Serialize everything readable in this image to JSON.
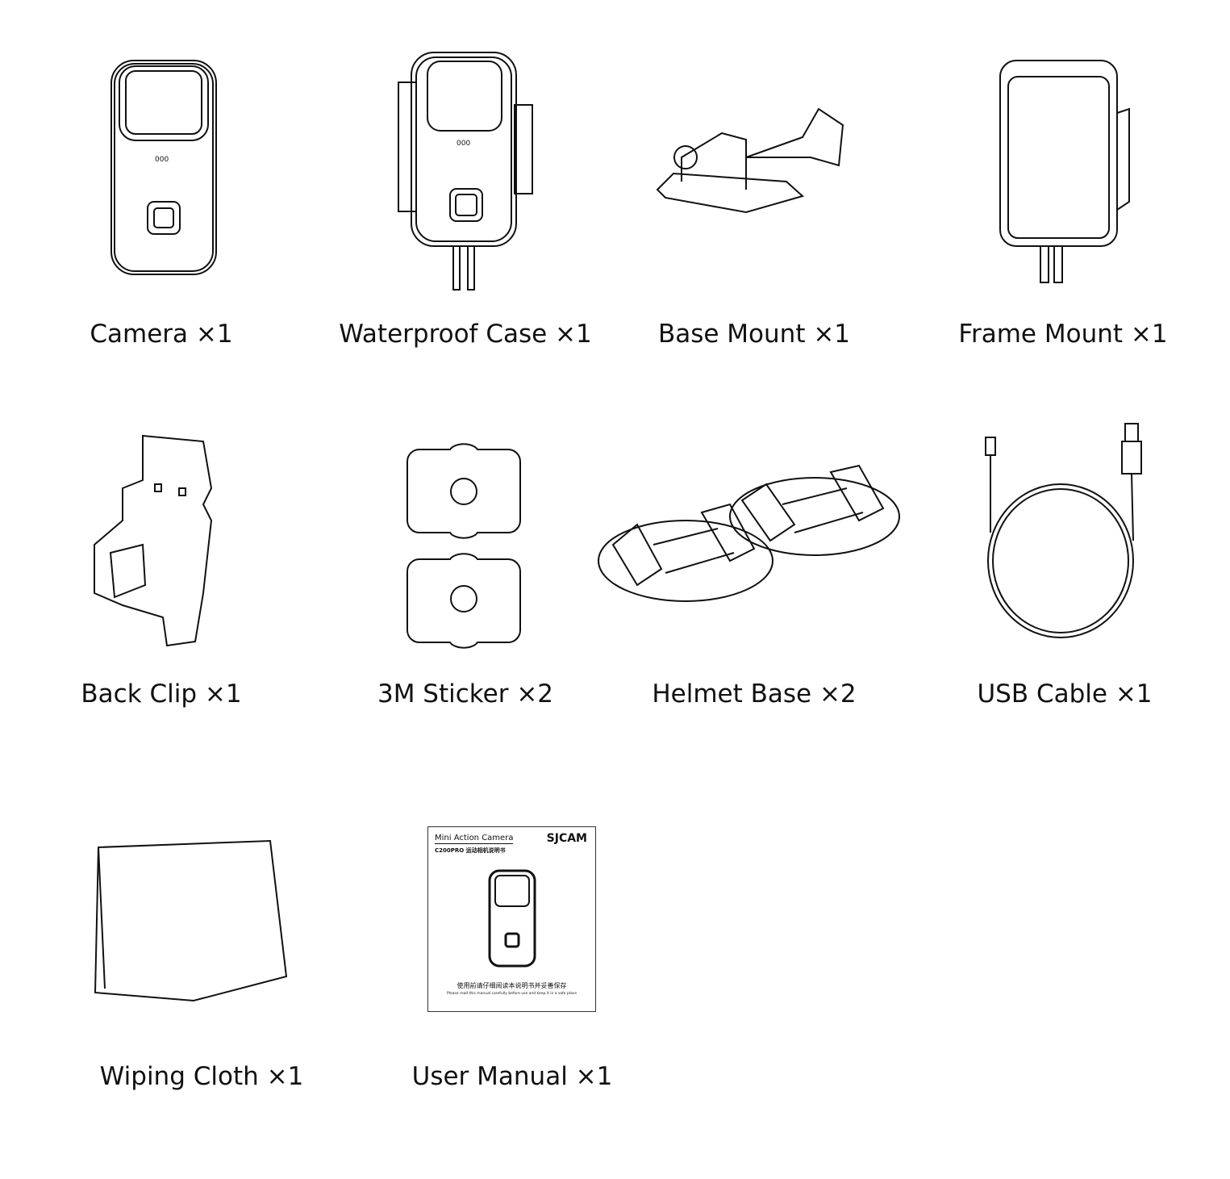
{
  "items": [
    {
      "label": "Camera ×1"
    },
    {
      "label": "Waterproof Case ×1"
    },
    {
      "label": "Base Mount ×1"
    },
    {
      "label": "Frame Mount ×1"
    },
    {
      "label": "Back Clip ×1"
    },
    {
      "label": "3M Sticker ×2"
    },
    {
      "label": "Helmet Base ×2"
    },
    {
      "label": "USB Cable ×1"
    },
    {
      "label": "Wiping Cloth ×1"
    },
    {
      "label": "User Manual ×1"
    }
  ],
  "manual_cover": {
    "title": "Mini Action Camera",
    "subtitle": "C200PRO 运动相机说明书",
    "brand": "SJCAM",
    "note_zh": "使用前请仔细阅读本说明书并妥善保存",
    "note_en": "Please read this manual carefully before use and keep it in a safe place"
  }
}
